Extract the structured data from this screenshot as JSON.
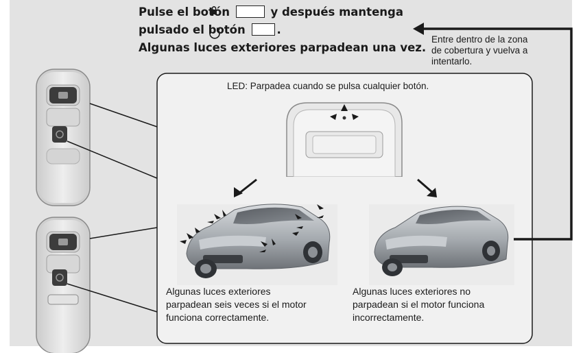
{
  "instruction": {
    "line1_before": "Pulse el botón",
    "line1_after": "y después mantenga",
    "line2_before": "pulsado el botón",
    "line2_after": ".",
    "line3": "Algunas luces exteriores parpadean una vez."
  },
  "retry_note": {
    "line1": "Entre dentro de la zona",
    "line2": "de cobertura y vuelva a",
    "line3": "intentarlo."
  },
  "led_label": "LED: Parpadea cuando se pulsa cualquier botón.",
  "outcome_ok": {
    "line1": "Algunas luces exteriores",
    "line2": "parpadean seis veces si el motor",
    "line3": "funciona correctamente."
  },
  "outcome_fail": {
    "line1": "Algunas luces exteriores no",
    "line2": "parpadean si el motor funciona",
    "line3": "incorrectamente."
  },
  "icons": {
    "lock": "lock-icon",
    "remote_start": "remote-start-icon"
  },
  "colors": {
    "panel": "#e3e3e3",
    "callout": "#f1f1f1",
    "line": "#1a1a1a",
    "fob_body": "#dcdcdc",
    "fob_button": "#3a3a3a",
    "car_body": "#a8adb2"
  }
}
